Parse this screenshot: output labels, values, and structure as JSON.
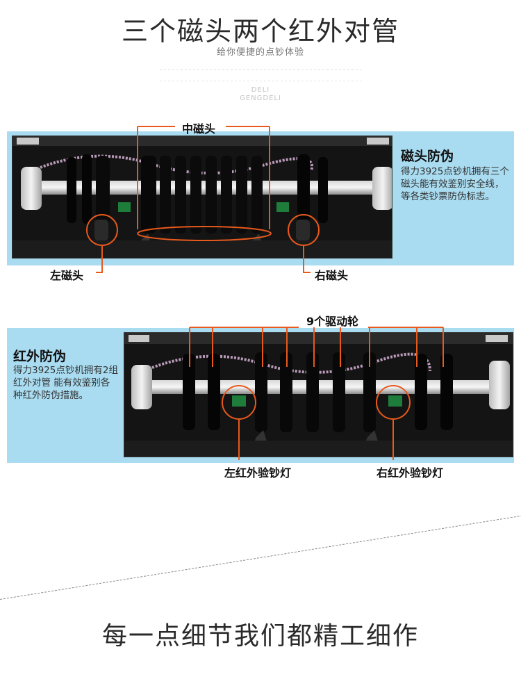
{
  "header": {
    "title": "三个磁头两个红外对管",
    "subtitle": "给你便捷的点钞体验",
    "brand_lines": [
      "DELI",
      "GENGDELI"
    ]
  },
  "section_magnetic": {
    "label_center": "中磁头",
    "label_left": "左磁头",
    "label_right": "右磁头",
    "heading": "磁头防伪",
    "text": "得力3925点钞机拥有三个磁头能有效鉴别安全线，等各类钞票防伪标志。"
  },
  "section_infrared": {
    "label_top": "9个驱动轮",
    "label_left": "左红外验钞灯",
    "label_right": "右红外验钞灯",
    "heading": "红外防伪",
    "text": "得力3925点钞机拥有2组红外对管 能有效鉴别各种红外防伪措施。"
  },
  "footer": {
    "tagline": "每一点细节我们都精工细作"
  },
  "colors": {
    "accent": "#e8591c",
    "band": "#a9dcf1",
    "photo": "#151515"
  }
}
